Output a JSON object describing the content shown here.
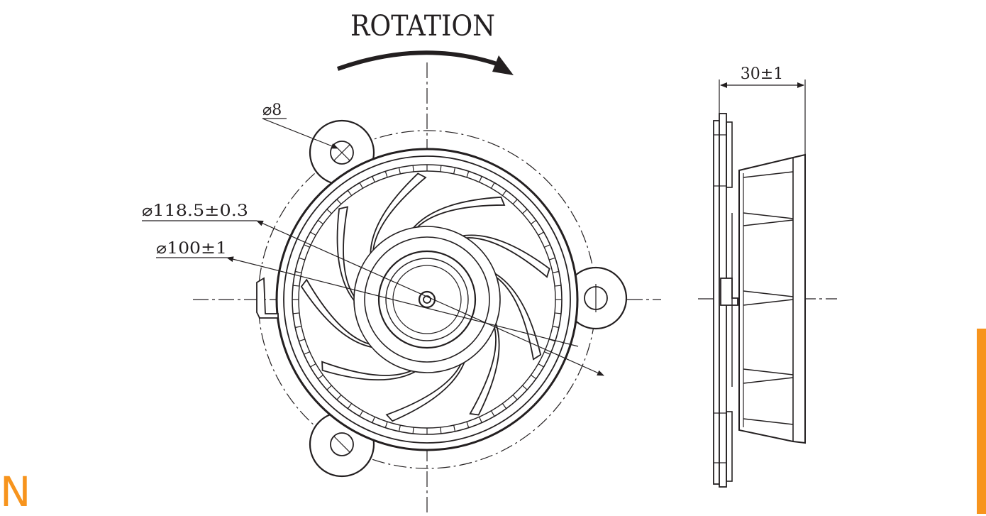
{
  "labels": {
    "rotation": "ROTATION",
    "mount_hole": "⌀8",
    "outer_diameter": "⌀118.5±0.3",
    "inner_diameter": "⌀100±1",
    "thickness": "30±1",
    "corner_letter": "N"
  },
  "colors": {
    "line": "#231f20",
    "accent": "#f7941d",
    "background": "#ffffff"
  }
}
